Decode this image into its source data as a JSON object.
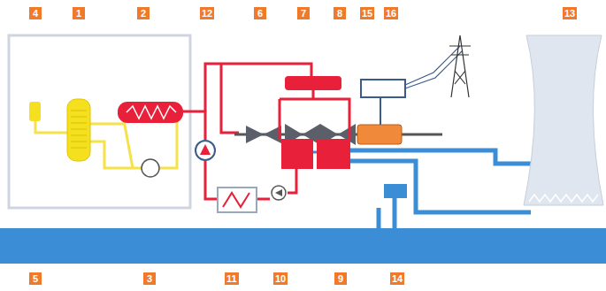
{
  "diagram": {
    "labels": [
      "4",
      "1",
      "2",
      "12",
      "6",
      "7",
      "8",
      "15",
      "16",
      "13",
      "5",
      "3",
      "11",
      "10",
      "9",
      "14"
    ]
  }
}
